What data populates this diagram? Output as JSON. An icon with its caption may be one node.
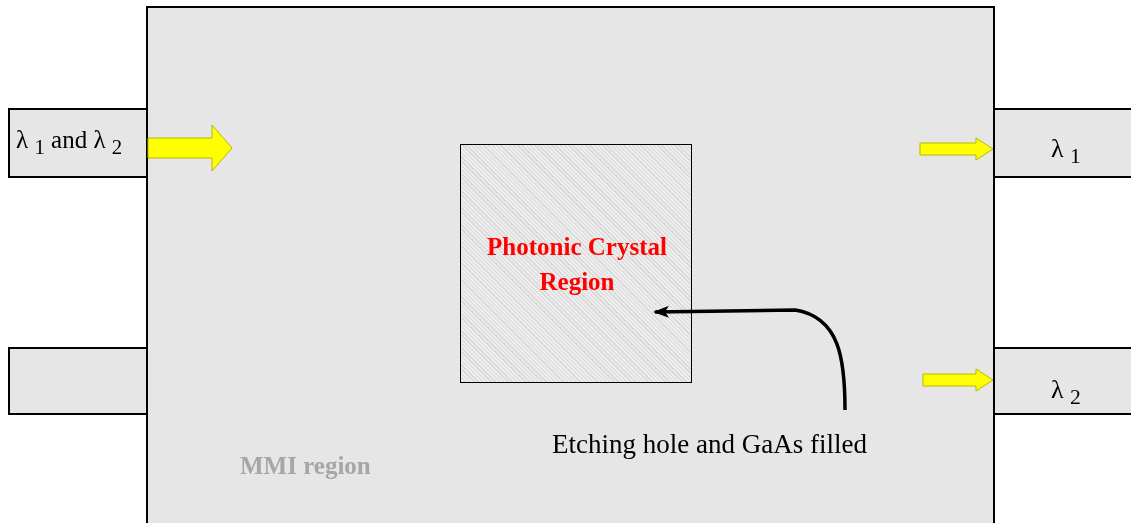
{
  "diagram": {
    "nodes": [
      {
        "text": [
          "MMI region"
        ]
      },
      {
        "text": [
          "λ $_{1}$ and λ $_{2}$"
        ]
      },
      {
        "text": [],
        "shape": "box"
      },
      {
        "text": [
          "λ $_{1}$"
        ]
      },
      {
        "text": [
          "λ $_{2}$"
        ]
      },
      {
        "text": [
          "Photonic Crystal Region"
        ],
        "in": 0
      },
      {
        "text": [
          "Etching hole and GaAs filled"
        ],
        "in": 0
      }
    ],
    "edges": [
      {
        "from": 1,
        "to": null,
        "arrow": "to",
        "style": "thick",
        "color": "#ffff00"
      },
      {
        "from": null,
        "to": 3,
        "arrow": "to",
        "style": "thick",
        "color": "#ffff00"
      },
      {
        "from": null,
        "to": 4,
        "arrow": "to",
        "style": "thick",
        "color": "#ffff00"
      },
      {
        "from": 6,
        "to": 5,
        "arrow": "to"
      }
    ]
  }
}
